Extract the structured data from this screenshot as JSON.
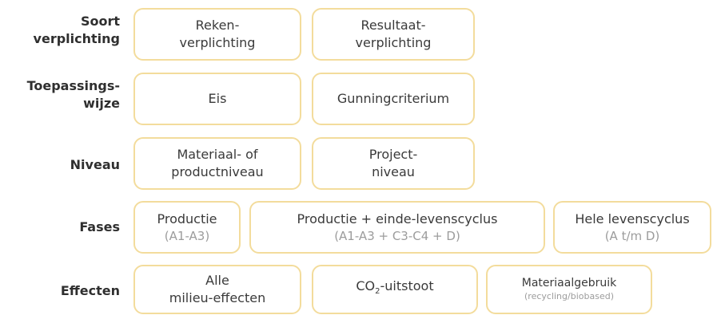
{
  "rows": [
    {
      "label": "Soort\nverplichting",
      "boxes": [
        {
          "text": "Reken-\nverplichting"
        },
        {
          "text": "Resultaat-\nverplichting"
        }
      ]
    },
    {
      "label": "Toepassings-\nwijze",
      "boxes": [
        {
          "text": "Eis"
        },
        {
          "text": "Gunningcriterium"
        }
      ]
    },
    {
      "label": "Niveau",
      "boxes": [
        {
          "text": "Materiaal- of\nproductniveau"
        },
        {
          "text": "Project-\nniveau"
        }
      ]
    },
    {
      "label": "Fases",
      "boxes": [
        {
          "text": "Productie",
          "sub": "(A1-A3)"
        },
        {
          "text": "Productie + einde-levenscyclus",
          "sub": "(A1-A3 + C3-C4 + D)"
        },
        {
          "text": "Hele levenscyclus",
          "sub": "(A t/m D)"
        }
      ]
    },
    {
      "label": "Effecten",
      "boxes": [
        {
          "text": "Alle\nmilieu-effecten"
        },
        {
          "text_pre": "CO",
          "text_sub": "2",
          "text_post": "-uitstoot"
        },
        {
          "text": "Materiaalgebruik",
          "small": "(recycling/biobased)"
        }
      ]
    }
  ],
  "colors": {
    "box_border": "#f3dc9c",
    "label_text": "#2f2f2f",
    "sub_text": "#9c9c9c"
  }
}
